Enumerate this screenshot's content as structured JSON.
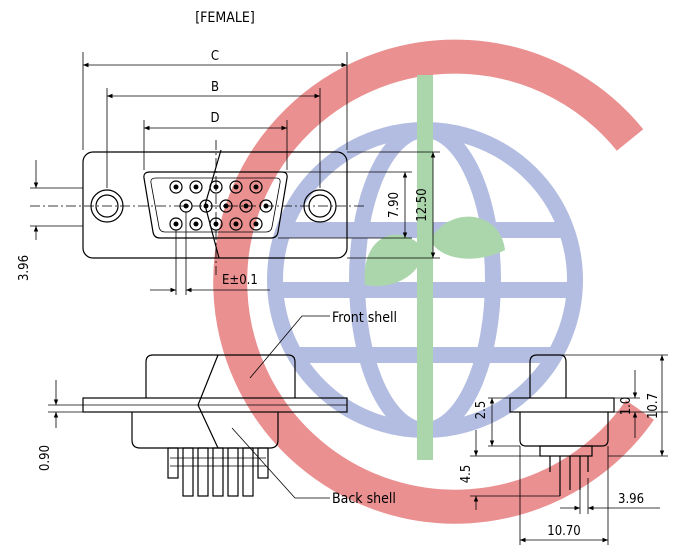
{
  "title": "[FEMALE]",
  "front_view": {
    "dims": {
      "C": "C",
      "B": "B",
      "D": "D",
      "h1": "7.90",
      "h2": "12.50",
      "left": "3.96",
      "E": "E±0.1"
    }
  },
  "side_view": {
    "callouts": {
      "front": "Front shell",
      "back": "Back shell"
    },
    "dims": {
      "thickness": "0.90"
    }
  },
  "end_view": {
    "dims": {
      "a": "2.5",
      "b": "1.0",
      "c": "10.7",
      "d": "4.5",
      "e": "3.96",
      "f": "10.70"
    }
  },
  "colors": {
    "logo_red": "#e36b6b",
    "logo_blue": "#9aa8d8",
    "logo_green": "#8fc98f"
  }
}
